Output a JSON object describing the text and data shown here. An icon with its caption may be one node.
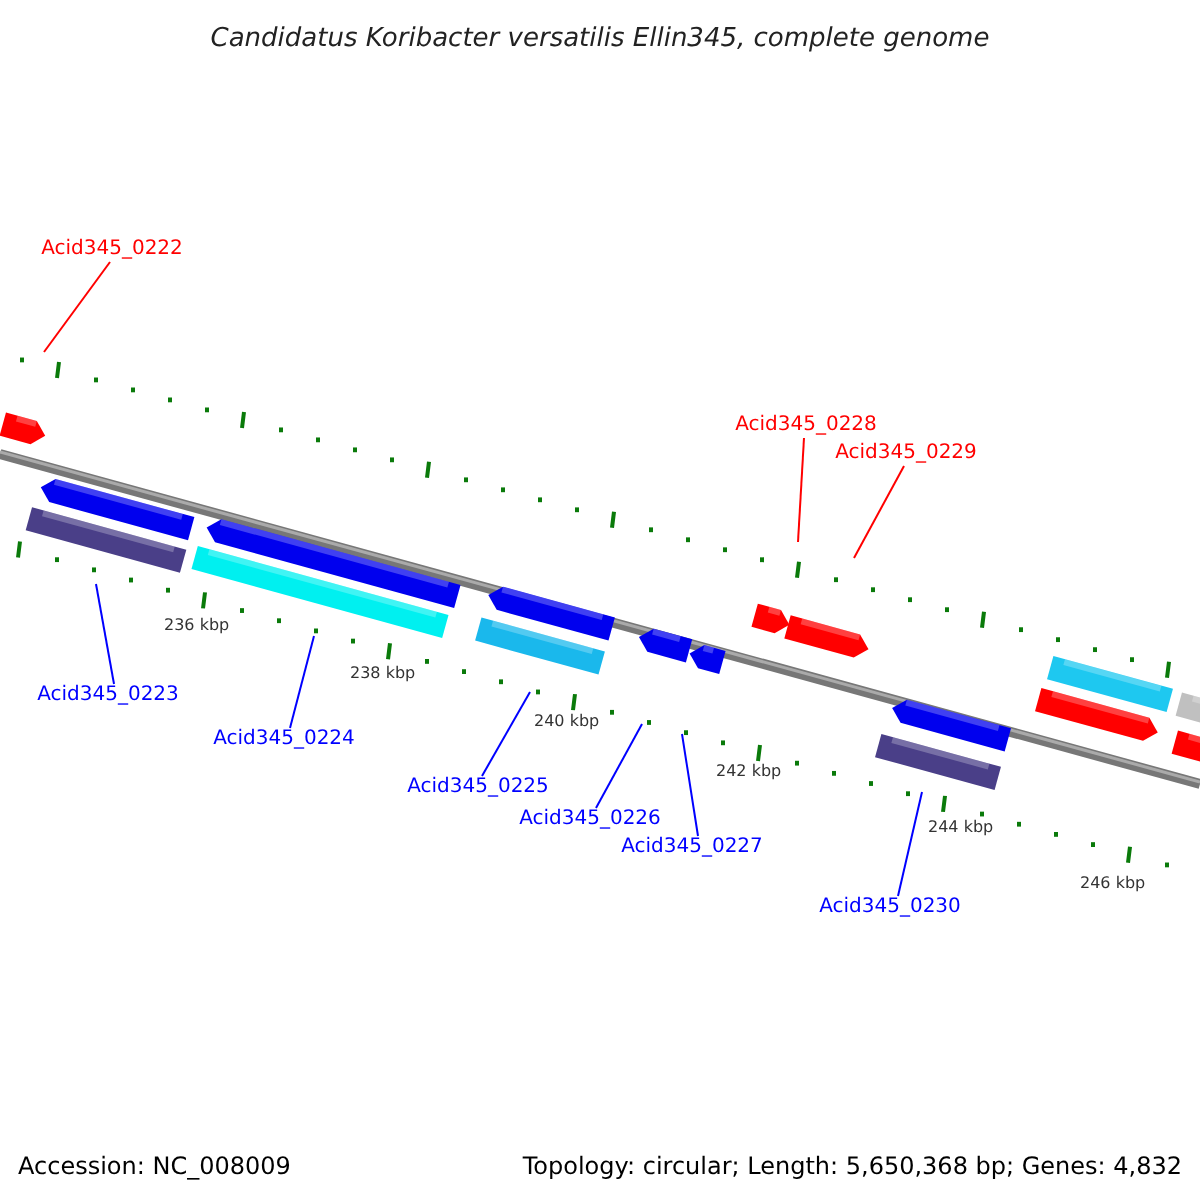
{
  "diagram": {
    "title": "Candidatus Koribacter versatilis Ellin345, complete genome",
    "nodes": [
      {
        "text": [
          "Acid345_0222"
        ]
      },
      {
        "text": [
          "Acid345_0228"
        ]
      },
      {
        "text": [
          "Acid345_0229"
        ]
      },
      {
        "text": [
          "Acid345_0223"
        ]
      },
      {
        "text": [
          "Acid345_0224"
        ]
      },
      {
        "text": [
          "Acid345_0225"
        ]
      },
      {
        "text": [
          "Acid345_0226"
        ]
      },
      {
        "text": [
          "Acid345_0227"
        ]
      },
      {
        "text": [
          "Acid345_0230"
        ]
      }
    ],
    "edges": [
      {
        "from": 0,
        "to": null,
        "arrow": "none",
        "color": "#ff0000"
      },
      {
        "from": 1,
        "to": null,
        "arrow": "none",
        "color": "#ff0000"
      },
      {
        "from": 2,
        "to": null,
        "arrow": "none",
        "color": "#ff0000"
      },
      {
        "from": 3,
        "to": null,
        "arrow": "none"
      },
      {
        "from": 4,
        "to": null,
        "arrow": "none"
      },
      {
        "from": 5,
        "to": null,
        "arrow": "none"
      },
      {
        "from": 6,
        "to": null,
        "arrow": "none"
      },
      {
        "from": 7,
        "to": null,
        "arrow": "none"
      },
      {
        "from": 8,
        "to": null,
        "arrow": "none"
      }
    ],
    "labels": [
      "236 kbp",
      "238 kbp",
      "240 kbp",
      "242 kbp",
      "244 kbp",
      "246 kbp",
      "Accession: NC_008009",
      "Topology: circular; Length: 5,650,368 bp; Genes: 4,832"
    ]
  }
}
